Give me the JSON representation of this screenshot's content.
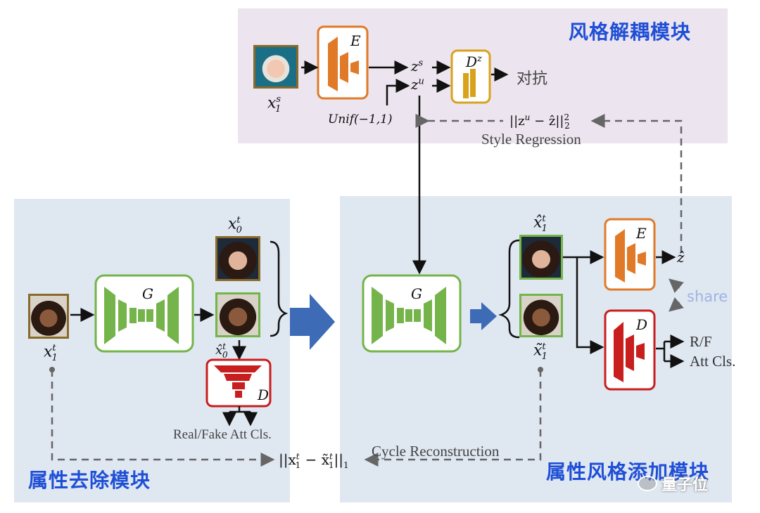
{
  "modules": {
    "style_disentangle": "风格解耦模块",
    "attr_removal": "属性去除模块",
    "attr_style_add": "属性风格添加模块"
  },
  "top": {
    "x1s": "x",
    "x1s_sup": "s",
    "x1s_sub": "1",
    "E": "E",
    "zs": "z",
    "zs_sup": "s",
    "zu": "z",
    "zu_sup": "u",
    "unif": "Unif(−1,1)",
    "Dz": "D",
    "Dz_sup": "z",
    "adversarial": "对抗",
    "style_loss": "||z",
    "style_loss_sup": "u",
    "style_loss_rest": " − ẑ||",
    "style_loss_pow": "2",
    "style_loss_sub": "2",
    "style_regression": "Style Regression"
  },
  "left": {
    "x1t": "x",
    "x1t_sup": "t",
    "x1t_sub": "1",
    "G": "G",
    "x0t": "x",
    "x0t_sup": "t",
    "x0t_sub": "0",
    "x0hat": "x̂",
    "x0hat_sup": "t",
    "x0hat_sub": "0",
    "D": "D",
    "realfake": "Real/Fake Att Cls."
  },
  "right": {
    "G": "G",
    "x1hat": "x̂",
    "x1hat_sup": "t",
    "x1hat_sub": "1",
    "x1tilde": "x̃",
    "x1tilde_sup": "t",
    "x1tilde_sub": "1",
    "E": "E",
    "zhat": "ẑ",
    "share": "share",
    "D": "D",
    "rf": "R/F",
    "attcls": "Att Cls."
  },
  "bottom": {
    "cycle_loss": "||x",
    "cycle_sup1": "t",
    "cycle_sub1": "1",
    "cycle_mid": " − x̃",
    "cycle_sup2": "t",
    "cycle_sub2": "1",
    "cycle_end": "||",
    "cycle_norm": "1",
    "cycle_reconstruction": "Cycle Reconstruction"
  },
  "watermark": "量子位",
  "colors": {
    "top_panel": "#ece4ee",
    "side_panel": "#dfe7f1",
    "title": "#1f4fd6",
    "encoder": "#e07a28",
    "generator": "#74b44a",
    "disc": "#c81e1e",
    "dz": "#d8a21c",
    "arrow_blue": "#3d6bb5"
  }
}
